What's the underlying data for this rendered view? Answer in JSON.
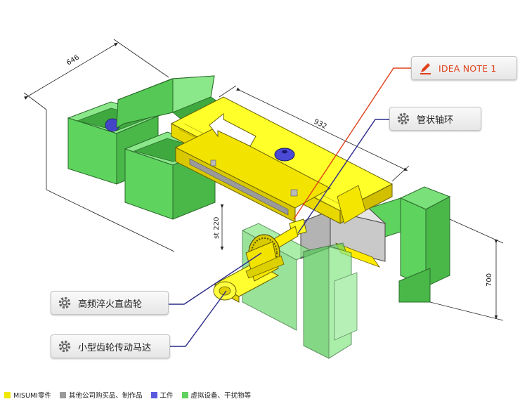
{
  "dimensions": {
    "depth": "646",
    "length": "932",
    "stroke": "st 220",
    "height": "700"
  },
  "callouts": {
    "idea_note": "IDEA NOTE 1",
    "shaft_collar": "管状轴环",
    "gear": "高频淬火直齿轮",
    "motor": "小型齿轮传动马达"
  },
  "legend": [
    {
      "label": "MISUMI零件",
      "color": "#f0e800"
    },
    {
      "label": "其他公司购买品、制作品",
      "color": "#9a9a9a"
    },
    {
      "label": "工件",
      "color": "#5a5ae0"
    },
    {
      "label": "虚拟设备、干扰物等",
      "color": "#60d060"
    }
  ],
  "colors": {
    "accent_red": "#e0401a",
    "leader_blue": "#2a2a8a"
  }
}
